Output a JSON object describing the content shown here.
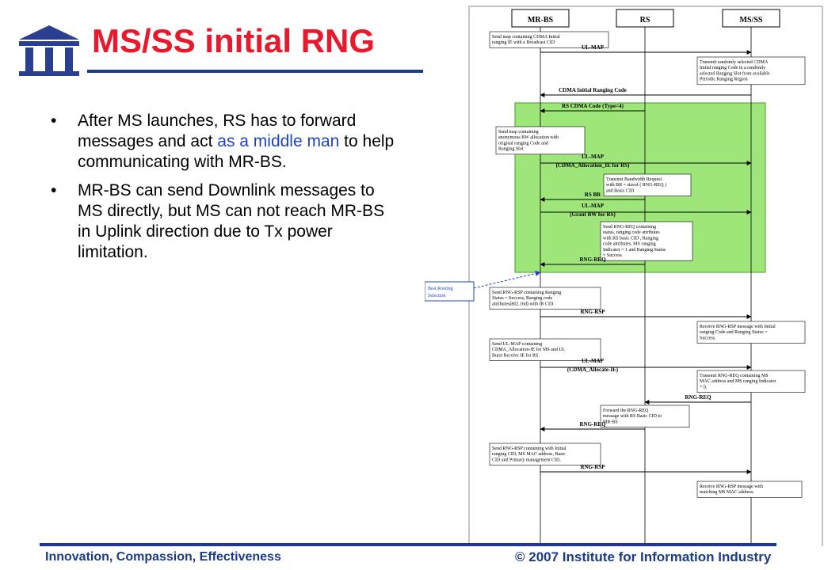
{
  "slide": {
    "title": "MS/SS initial RNG",
    "bullets": [
      {
        "before": "After MS launches, RS has to forward messages and act ",
        "highlight": "as a middle man",
        "after": " to help communicating with MR-BS."
      },
      {
        "before": "MR-BS can send Downlink messages to MS directly, but MS can not reach MR-BS in Uplink direction due to Tx power limitation.",
        "highlight": "",
        "after": ""
      }
    ]
  },
  "diagram": {
    "lanes": [
      "MR-BS",
      "RS",
      "MS/SS"
    ],
    "side_note": [
      "Best Routing",
      "Selection"
    ],
    "notes": [
      [
        "Send map containing CDMA Initial",
        "ranging IE with a Broadcast CID"
      ],
      [
        "Transmit randomly selected CDMA",
        "Initial ranging Code in a randomly",
        "selected Ranging Slot from available",
        "Periodic Ranging Region"
      ],
      [
        "Send map containing",
        "anonymous BW allocation with",
        "original ranging Code and",
        "Ranging Slot"
      ],
      [
        "Transmit Bandwidth Request",
        "with BR = sizeof ( RNG-REQ )",
        "and Basic CID"
      ],
      [
        "Send RNG-REQ containing",
        "status, ranging code attributes",
        "with RS basic CID , Ranging",
        "code attributes, MS ranging",
        "Indicator = 1 and Ranging Status",
        "= Success"
      ],
      [
        "Send RNG-RSP containing Ranging",
        "Status = Success, Ranging code",
        "attributes(802.16d) with IR CID."
      ],
      [
        "Receive RNG-RSP message with Initial",
        "ranging Code and Ranging Status =",
        "Success."
      ],
      [
        "Send UL-MAP containing",
        "CDMA_Allocation-IE for MS and UL",
        "Burst Receive IE for RS."
      ],
      [
        "Transmit RNG-REQ containing MS",
        "MAC address and MS ranging Indicator",
        "= 0."
      ],
      [
        "Forward the RNG-REQ",
        "message with RS Basic CID to",
        "MR-BS"
      ],
      [
        "Send RNG-RSP containing with Initial",
        "ranging CID, MS MAC address, Basic",
        "CID and Primary management CID."
      ],
      [
        "Receive RNG-RSP message with",
        "matching MS MAC address."
      ]
    ],
    "messages": [
      "UL-MAP",
      "CDMA Initial Ranging Code",
      "RS CDMA Code (Type=4)",
      "UL-MAP",
      "(CDMA_Allocation_IE for RS)",
      "RS BR",
      "UL-MAP",
      "(Grant BW for RS)",
      "RNG-REQ",
      "RNG-RSP",
      "UL-MAP",
      "(CDMA_Allocate-IE)",
      "RNG-REQ",
      "RNG-REQ",
      "RNG-RSP"
    ]
  },
  "footer": {
    "left": "Innovation, Compassion, Effectiveness",
    "right": "© 2007 Institute for Information Industry"
  },
  "colors": {
    "title": "#e8192c",
    "accent": "#1d3a8a",
    "highlight": "#1f44c2",
    "region": "#9ee67a"
  }
}
